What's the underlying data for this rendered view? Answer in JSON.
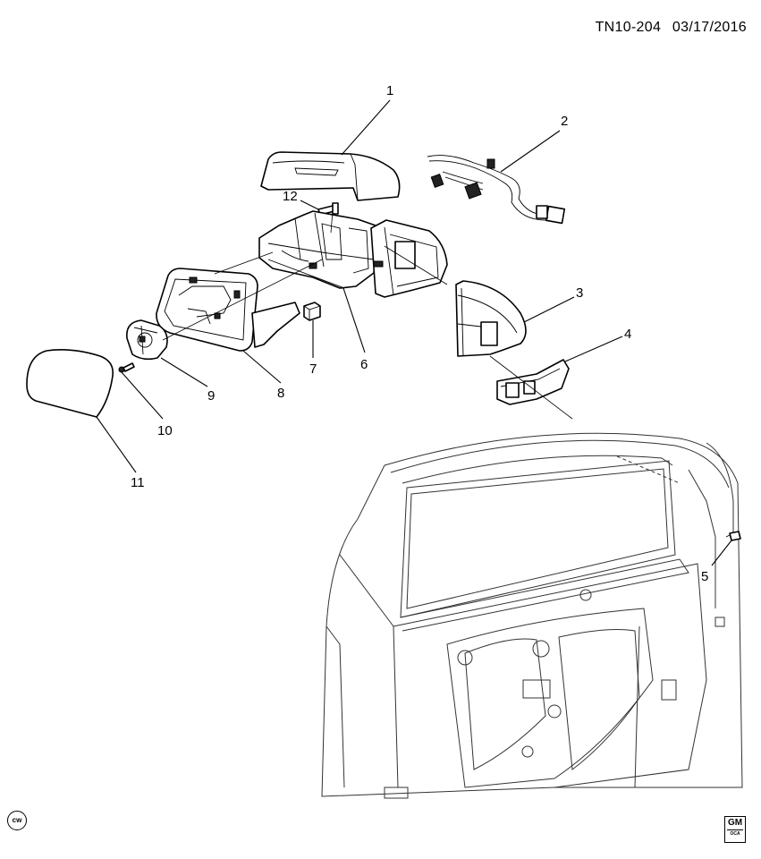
{
  "header": {
    "diagram_id": "TN10-204",
    "date": "03/17/2016"
  },
  "callouts": [
    {
      "label": "1"
    },
    {
      "label": "2"
    },
    {
      "label": "3"
    },
    {
      "label": "4"
    },
    {
      "label": "5"
    },
    {
      "label": "6"
    },
    {
      "label": "7"
    },
    {
      "label": "8"
    },
    {
      "label": "9"
    },
    {
      "label": "10"
    },
    {
      "label": "11"
    },
    {
      "label": "12"
    }
  ],
  "badges": {
    "cw_symbol": "cw",
    "gm_logo_top": "GM",
    "gm_logo_bottom": "OCA"
  }
}
